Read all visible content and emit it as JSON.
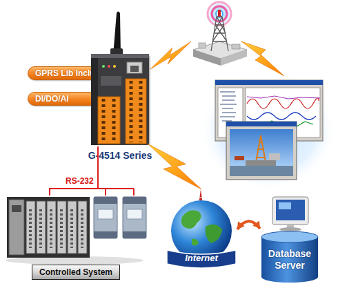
{
  "diagram": {
    "nodes": [
      {
        "text": [
          "GPRS Lib Include"
        ]
      },
      {
        "text": [
          "DI/DO/AI"
        ]
      },
      {
        "text": [
          "G-4514 Series"
        ]
      },
      {
        "text": [
          "Controlled System"
        ]
      },
      {
        "text": [
          "Internet"
        ]
      },
      {
        "text": [
          "Database Server"
        ]
      }
    ],
    "edges": [
      {
        "from": 2,
        "to": 3,
        "label": "RS-232",
        "arrow": "none"
      },
      {
        "from": 2,
        "to": 4,
        "arrow": "none"
      },
      {
        "from": 4,
        "to": 5,
        "arrow": "both"
      }
    ]
  }
}
